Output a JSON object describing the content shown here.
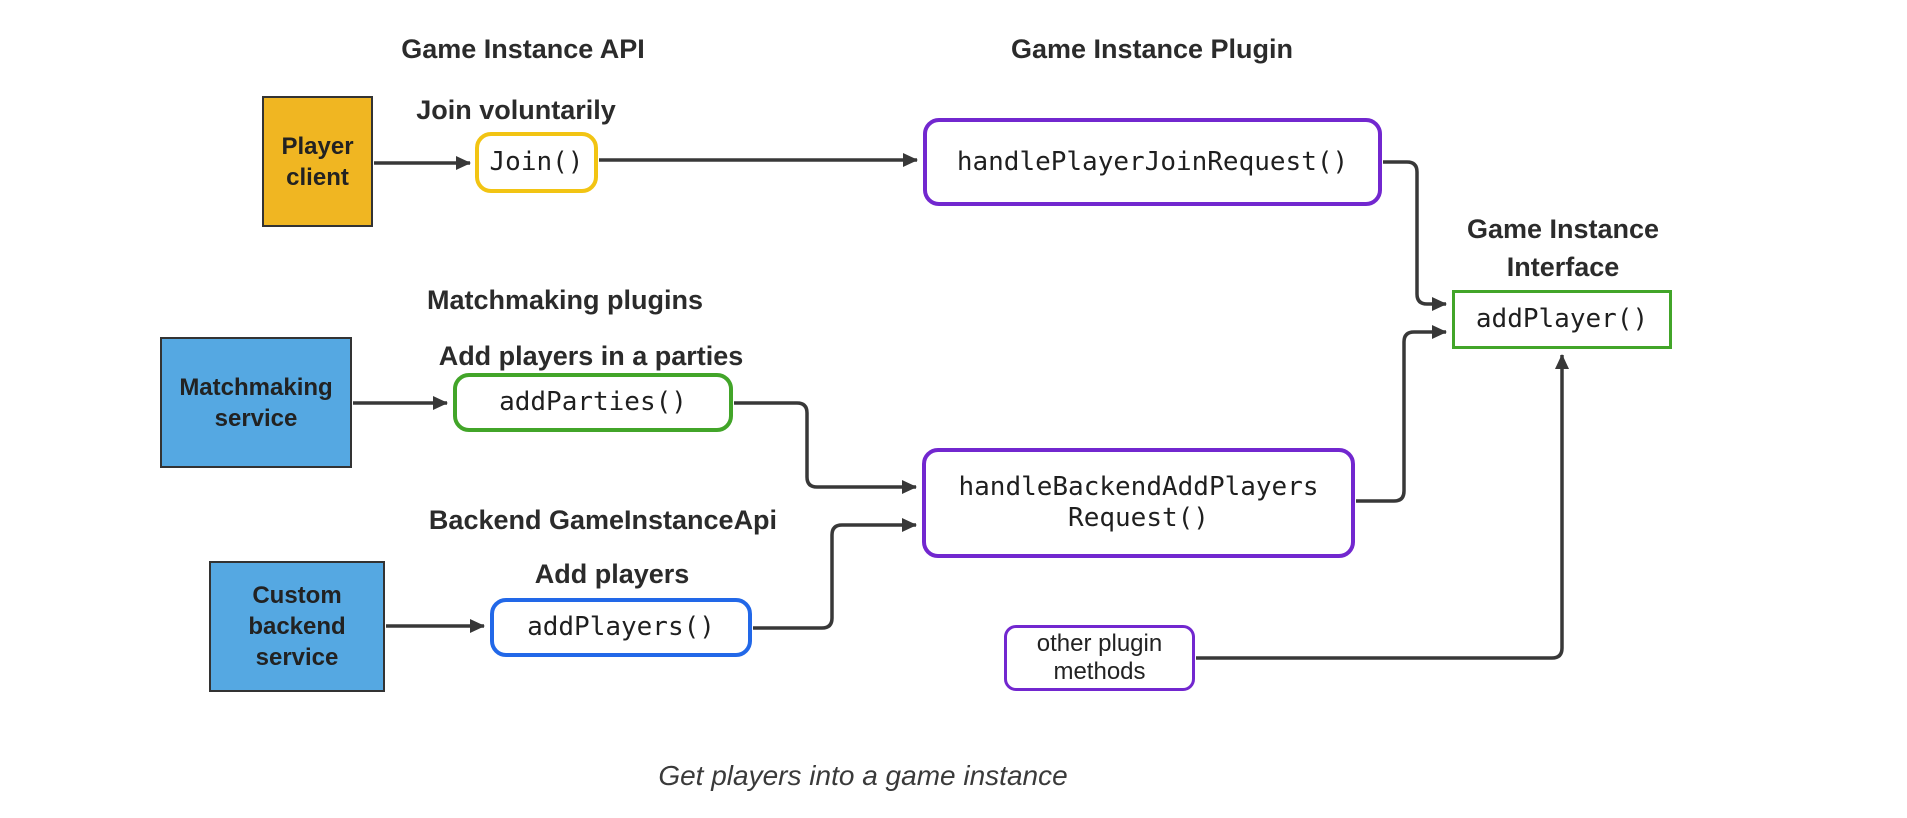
{
  "headings": {
    "game_instance_api": "Game Instance API",
    "join_voluntarily": "Join voluntarily",
    "game_instance_plugin": "Game Instance Plugin",
    "game_instance_interface": {
      "full": "Game Instance Interface",
      "lines": [
        "Game Instance",
        "Interface"
      ]
    },
    "matchmaking_plugins": "Matchmaking plugins",
    "add_players_in_parties": "Add players in a parties",
    "backend_game_instance_api": "Backend GameInstanceApi",
    "add_players": "Add players"
  },
  "nodes": {
    "player_client": {
      "label": "Player client",
      "lines": [
        "Player",
        "client"
      ],
      "fill": "#F0B622"
    },
    "matchmaking_service": {
      "label": "Matchmaking service",
      "lines": [
        "Matchmaking",
        "service"
      ],
      "fill": "#55A8E2"
    },
    "custom_backend_service": {
      "label": "Custom backend service",
      "lines": [
        "Custom",
        "backend",
        "service"
      ],
      "fill": "#55A8E2"
    },
    "join": {
      "label": "Join()",
      "border": "#F2C413"
    },
    "handle_player_join_request": {
      "label": "handlePlayerJoinRequest()",
      "border": "#7227CF"
    },
    "add_parties": {
      "label": "addParties()",
      "border": "#42A529"
    },
    "add_players_fn": {
      "label": "addPlayers()",
      "border": "#2268E8"
    },
    "handle_backend_add_players_request": {
      "label": "handleBackendAddPlayersRequest()",
      "lines": [
        "handleBackendAddPlayers",
        "Request()"
      ],
      "border": "#7227CF"
    },
    "add_player_fn": {
      "label": "addPlayer()",
      "border": "#42A529"
    },
    "other_plugin_methods": {
      "label": "other plugin methods",
      "border": "#7227CF"
    }
  },
  "edges": [
    {
      "from": "player_client",
      "to": "join"
    },
    {
      "from": "join",
      "to": "handle_player_join_request"
    },
    {
      "from": "handle_player_join_request",
      "to": "add_player_fn"
    },
    {
      "from": "matchmaking_service",
      "to": "add_parties"
    },
    {
      "from": "add_parties",
      "to": "handle_backend_add_players_request"
    },
    {
      "from": "custom_backend_service",
      "to": "add_players_fn"
    },
    {
      "from": "add_players_fn",
      "to": "handle_backend_add_players_request"
    },
    {
      "from": "handle_backend_add_players_request",
      "to": "add_player_fn"
    },
    {
      "from": "other_plugin_methods",
      "to": "add_player_fn"
    }
  ],
  "caption": "Get players into a game instance",
  "colors": {
    "yellow_fill": "#F0B622",
    "yellow_border": "#F2C413",
    "blue_fill": "#55A8E2",
    "blue_border": "#2268E8",
    "green_border": "#42A529",
    "purple_border": "#7227CF",
    "arrow": "#383838",
    "text": "#262626"
  }
}
